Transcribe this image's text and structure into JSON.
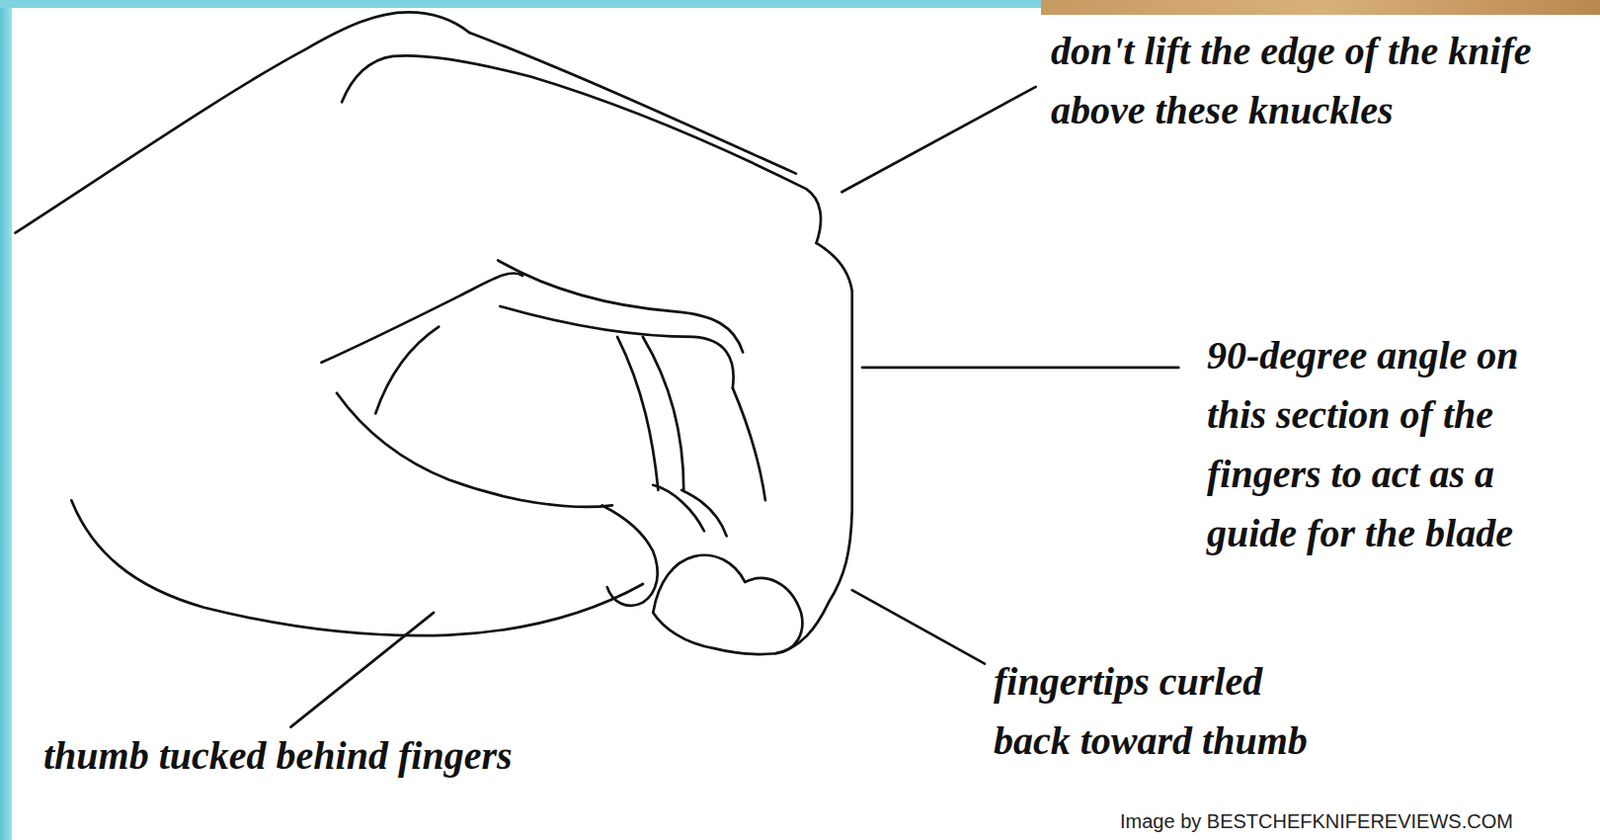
{
  "diagram": {
    "labels": [
      "don't lift the edge of the knife above these knuckles",
      "90-degree angle on this section of the fingers to act as a guide for the blade",
      "fingertips curled back toward thumb",
      "thumb tucked behind fingers",
      "Image by BESTCHEFKNIFEREVIEWS.COM"
    ]
  }
}
